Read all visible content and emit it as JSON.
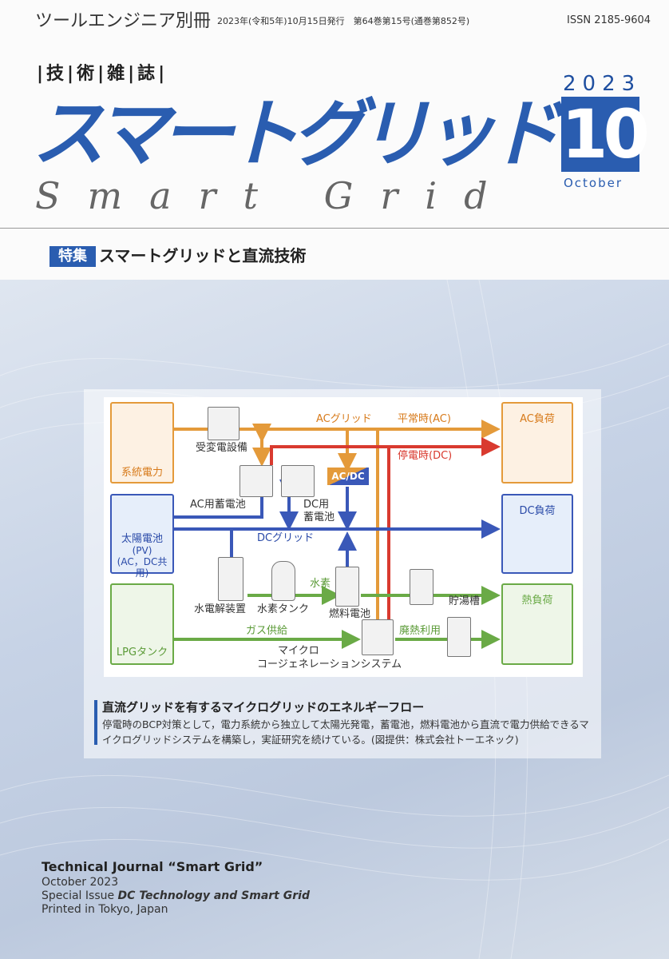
{
  "header": {
    "series": "ツールエンジニア別冊",
    "pubinfo": "2023年(令和5年)10月15日発行　第64巻第15号(通巻第852号)",
    "issn": "ISSN 2185-9604",
    "category": "|技|術|雑|誌|"
  },
  "masthead": {
    "title": "スマートグリッド",
    "subtitle": "Smart Grid",
    "year": "2023",
    "issue": "10",
    "month": "October"
  },
  "feature": {
    "label": "特集",
    "title": "スマートグリッドと直流技術"
  },
  "diagram": {
    "sources": [
      "系統電力",
      "太陽電池",
      "(PV)",
      "(AC，DC共用)",
      "LPGタンク"
    ],
    "loads": [
      "AC負荷",
      "DC負荷",
      "熱負荷"
    ],
    "labels": {
      "ac_grid": "ACグリッド",
      "normal": "平常時(AC)",
      "outage": "停電時(DC)",
      "substation": "受変電設備",
      "ac_battery": "AC用蓄電池",
      "dc_battery_1": "DC用",
      "dc_battery_2": "蓄電池",
      "acdc": "AC/DC",
      "dc_grid": "DCグリッド",
      "hydrogen": "水素",
      "electrolyzer": "水電解装置",
      "h2_tank": "水素タンク",
      "fuel_cell": "燃料電池",
      "hot_water": "貯湯槽",
      "gas": "ガス供給",
      "waste_heat": "廃熱利用",
      "cogen_1": "マイクロ",
      "cogen_2": "コージェネレーションシステム"
    },
    "colors": {
      "ac": "#e49a3a",
      "dc_outage": "#d93a2f",
      "dc": "#3a58b8",
      "heat": "#6aaa46"
    }
  },
  "caption": {
    "title": "直流グリッドを有するマイクログリッドのエネルギーフロー",
    "text": "停電時のBCP対策として，電力系統から独立して太陽光発電，蓄電池，燃料電池から直流で電力供給できるマイクログリッドシステムを構築し，実証研究を続けている。(図提供：株式会社トーエネック)"
  },
  "english": {
    "line1": "Technical Journal “Smart Grid”",
    "line2": "October 2023",
    "line3_prefix": "Special Issue ",
    "line3_title": "DC Technology and Smart Grid",
    "line4": "Printed in Tokyo, Japan"
  }
}
